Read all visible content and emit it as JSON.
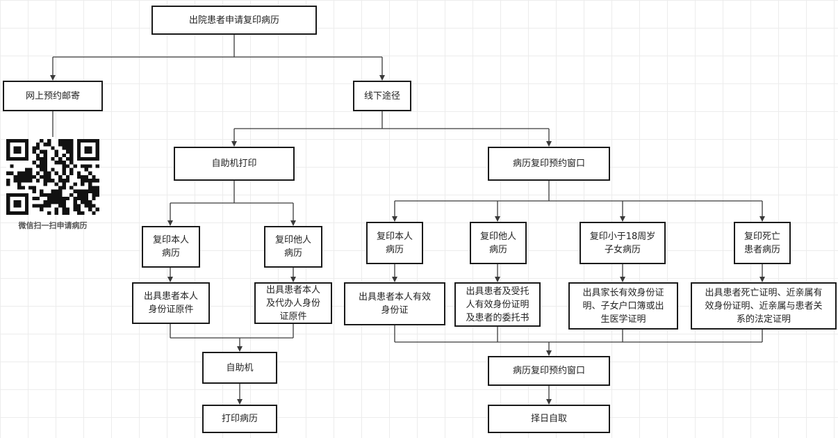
{
  "nodes": {
    "root": "出院患者申请复印病历",
    "online": "网上预约邮寄",
    "offline": "线下途径",
    "kiosk_print": "自助机打印",
    "window": "病历复印预约窗口",
    "kiosk_self": "复印本人\n病历",
    "kiosk_other": "复印他人\n病历",
    "kiosk_self_req": "出具患者本人\n身份证原件",
    "kiosk_other_req": "出具患者本人\n及代办人身份\n证原件",
    "kiosk_machine": "自助机",
    "print_record": "打印病历",
    "win_self": "复印本人\n病历",
    "win_other": "复印他人\n病历",
    "win_child": "复印小于18周岁\n子女病历",
    "win_dead": "复印死亡\n患者病历",
    "win_self_req": "出具患者本人有效\n身份证",
    "win_other_req": "出具患者及受托\n人有效身份证明\n及患者的委托书",
    "win_child_req": "出具家长有效身份证\n明、子女户口簿或出\n生医学证明",
    "win_dead_req": "出具患者死亡证明、近亲属有\n效身份证明、近亲属与患者关\n系的法定证明",
    "win_final": "病历复印预约窗口",
    "pick_day": "择日自取"
  },
  "qr": {
    "caption": "微信扫一扫申请病历",
    "icon": "qr-code-icon"
  },
  "colors": {
    "line": "#3a3a3a",
    "border": "#1a1a1a"
  }
}
